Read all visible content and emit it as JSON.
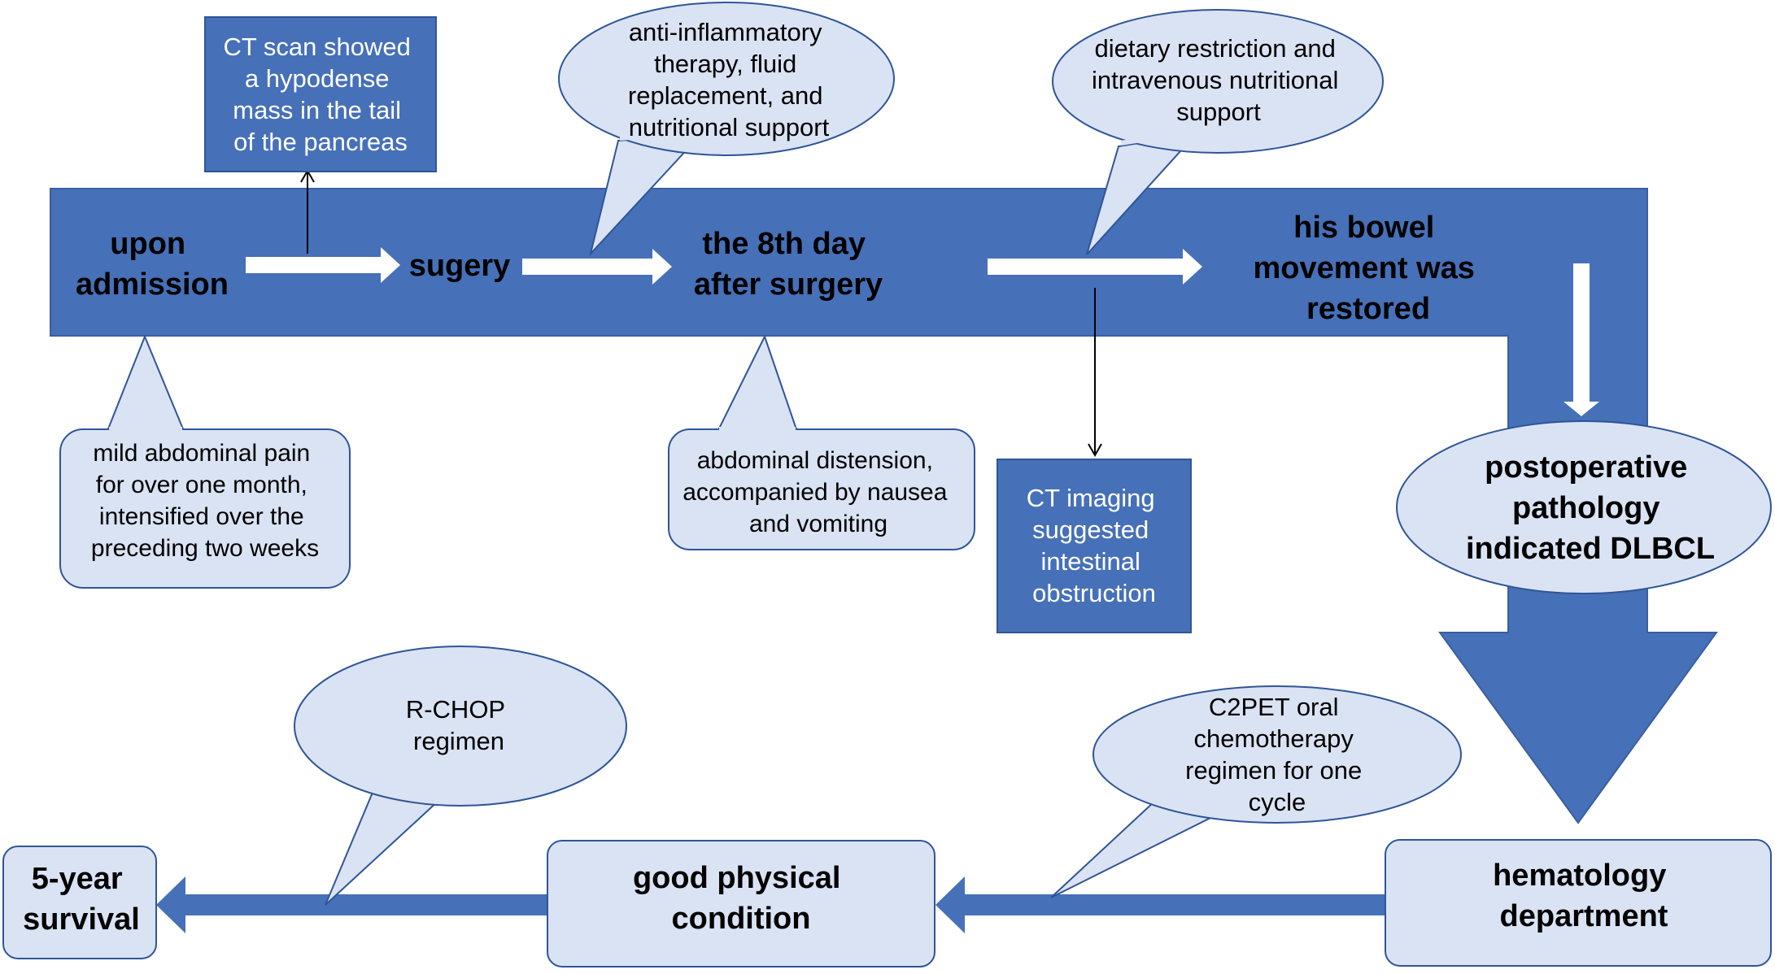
{
  "colors": {
    "band": "#4670B8",
    "band_stroke": "#3A5FA0",
    "light": "#DAE3F3",
    "light_stroke": "#2F5597",
    "arrow_white": "#FFFFFF",
    "text_dark": "#000000",
    "text_white": "#FFFFFF"
  },
  "main_flow": {
    "admission": [
      "upon",
      "admission"
    ],
    "surgery": [
      "sugery"
    ],
    "day8": [
      "the 8th day",
      "after surgery"
    ],
    "bowel": [
      "his bowel",
      "movement was",
      "restored"
    ]
  },
  "ct_pancreas": [
    "CT scan showed",
    "a hypodense",
    "mass in the tail",
    "of the pancreas"
  ],
  "callout_anti": [
    "anti-inflammatory",
    "therapy, fluid",
    "replacement, and",
    "nutritional support"
  ],
  "callout_diet": [
    "dietary restriction and",
    "intravenous nutritional",
    "support"
  ],
  "callout_pain": [
    "mild abdominal pain",
    "for over one month,",
    "intensified over the",
    "preceding two weeks"
  ],
  "callout_distension": [
    "abdominal distension,",
    "accompanied by nausea",
    "and vomiting"
  ],
  "ct_obstruction": [
    "CT imaging",
    "suggested",
    "intestinal",
    "obstruction"
  ],
  "pathology": [
    "postoperative",
    "pathology",
    "indicated DLBCL"
  ],
  "hematology": [
    "hematology",
    "department"
  ],
  "good_condition": [
    "good physical",
    "condition"
  ],
  "survival": [
    "5-year",
    "survival"
  ],
  "callout_rchop": [
    "R-CHOP",
    "regimen"
  ],
  "callout_c2pet": [
    "C2PET oral",
    "chemotherapy",
    "regimen for one",
    "cycle"
  ]
}
